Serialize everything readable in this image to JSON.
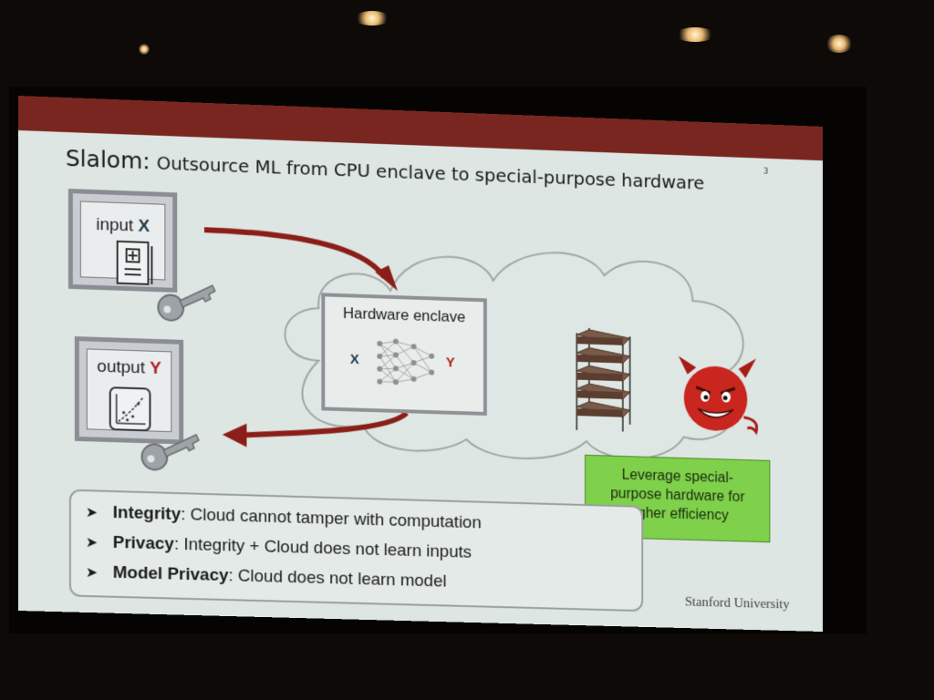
{
  "slide": {
    "number": "3",
    "title_main": "Slalom:",
    "title_sub": "Outsource ML from CPU enclave to special-purpose hardware",
    "input_label": "input",
    "input_var": "X",
    "output_label": "output",
    "output_var": "Y",
    "enclave_title": "Hardware enclave",
    "enclave_x": "X",
    "enclave_y": "Y",
    "callout_lines": [
      "Leverage special-",
      "purpose hardware for",
      "higher efficiency"
    ],
    "bullets": [
      {
        "term": "Integrity",
        "text": ": Cloud cannot tamper with computation"
      },
      {
        "term": "Privacy",
        "text": ": Integrity + Cloud does not learn inputs"
      },
      {
        "term": "Model Privacy",
        "text": ": Cloud does not learn model"
      }
    ],
    "bullet_marker": "➤",
    "footer": "Stanford University"
  },
  "icons": [
    "document-icon",
    "key-icon",
    "chart-icon",
    "neural-network-icon",
    "server-rack-icon",
    "devil-icon",
    "arrow-icon",
    "cloud-icon"
  ],
  "colors": {
    "title_bar": "#7a2620",
    "slide_bg": "#dde6e2",
    "arrow": "#8b1e18",
    "callout": "#7fd04a",
    "var_y": "#b22020"
  }
}
